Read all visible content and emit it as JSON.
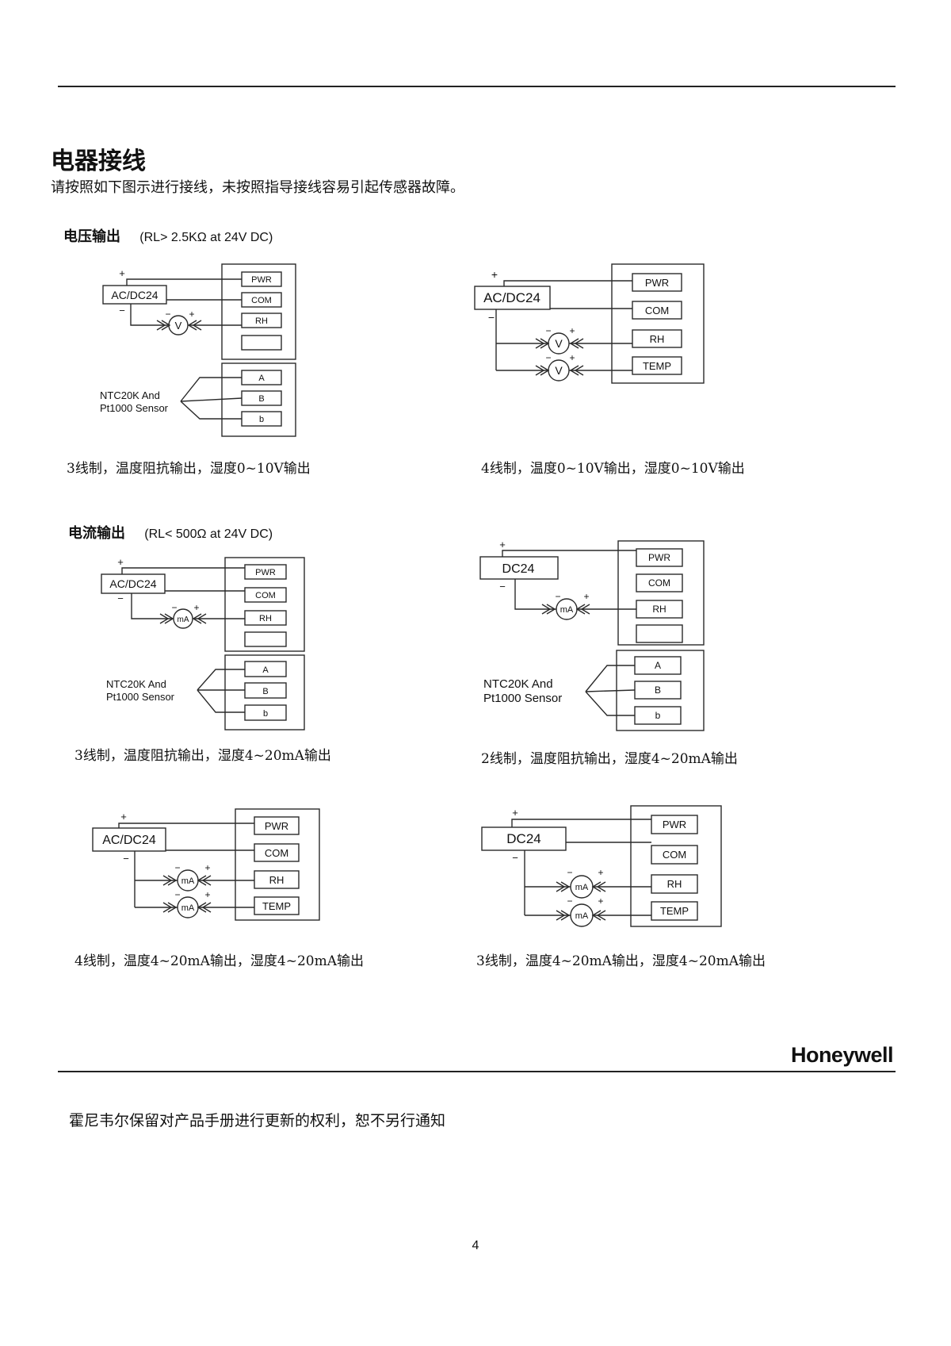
{
  "page": {
    "title": "电器接线",
    "intro": "请按照如下图示进行接线，未按照指导接线容易引起传感器故障。",
    "voltage_section": {
      "label": "电压输出",
      "note": "(RL> 2.5KΩ at 24V DC)"
    },
    "current_section": {
      "label": "电流输出",
      "note": "(RL< 500Ω at 24V DC)"
    },
    "captions": {
      "d1": "3线制，温度阻抗输出，湿度0~10V输出",
      "d2": "4线制，温度0~10V输出，湿度0~10V输出",
      "d3": "3线制，温度阻抗输出，湿度4~20mA输出",
      "d4": "2线制，温度阻抗输出，湿度4~20mA输出",
      "d5": "4线制，温度4~20mA输出，湿度4~20mA输出",
      "d6": "3线制，温度4~20mA输出，湿度4~20mA输出"
    },
    "brand": "Honeywell",
    "footer": "霍尼韦尔保留对产品手册进行更新的权利，恕不另行通知",
    "page_number": "4"
  },
  "terminals": {
    "pwr": "PWR",
    "com": "COM",
    "rh": "RH",
    "temp": "TEMP",
    "a": "A",
    "b_upper": "B",
    "b_lower": "b"
  },
  "supply": {
    "ac_dc24": "AC/DC24",
    "dc24": "DC24"
  },
  "meters": {
    "voltmeter": "V",
    "ammeter": "mA"
  },
  "polarity": {
    "plus": "+",
    "minus": "−"
  },
  "sensor": {
    "line1": "NTC20K And",
    "line2": "Pt1000 Sensor"
  },
  "colors": {
    "line": "#2a2a2a",
    "text": "#111111"
  }
}
